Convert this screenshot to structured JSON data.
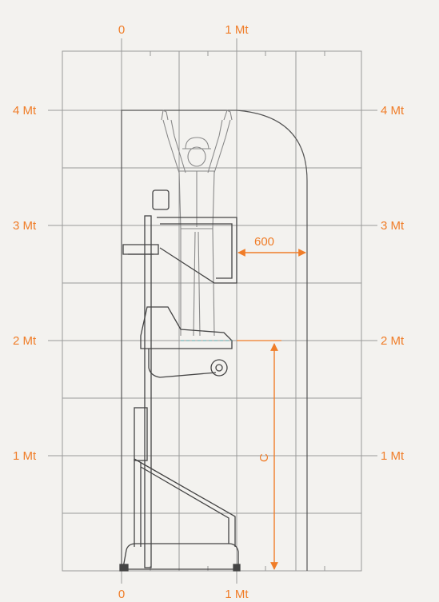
{
  "colors": {
    "accent": "#f07d28",
    "grid": "#9a9a9a",
    "line": "#444444",
    "figure": "#8a8a8a",
    "teal": "#5aa6a8"
  },
  "axes": {
    "top_ticks": [
      "0",
      "1 Mt"
    ],
    "bottom_ticks": [
      "0",
      "1 Mt"
    ],
    "left_ticks": [
      "4 Mt",
      "3 Mt",
      "2 Mt",
      "1 Mt"
    ],
    "right_ticks": [
      "4 Mt",
      "3 Mt",
      "2 Mt",
      "1 Mt"
    ]
  },
  "dimensions": {
    "clearance_value": "600",
    "platform_height_label": "C"
  }
}
